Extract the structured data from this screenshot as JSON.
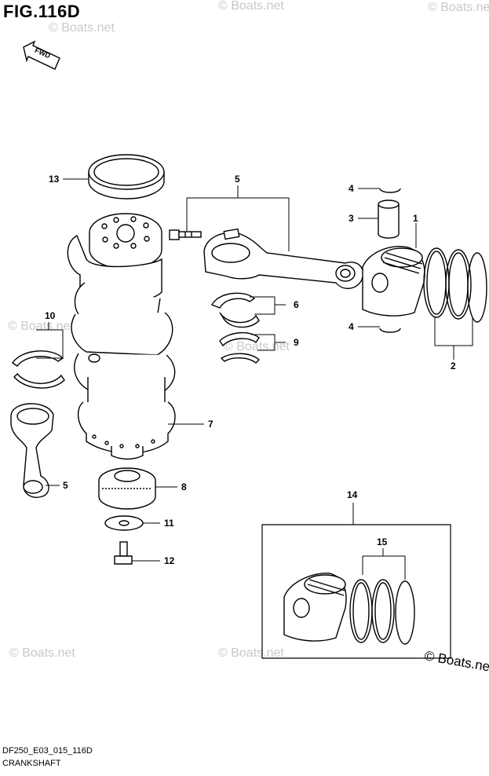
{
  "figure": {
    "title": "FIG.116D",
    "code": "DF250_E03_015_116D",
    "name": "CRANKSHAFT",
    "fwd_label": "FWD",
    "copyright": "© Boats.net",
    "watermark": "© Boats.net"
  },
  "callouts": [
    {
      "id": "1",
      "label": "1"
    },
    {
      "id": "2",
      "label": "2"
    },
    {
      "id": "3",
      "label": "3"
    },
    {
      "id": "4a",
      "label": "4"
    },
    {
      "id": "4b",
      "label": "4"
    },
    {
      "id": "5a",
      "label": "5"
    },
    {
      "id": "5b",
      "label": "5"
    },
    {
      "id": "6",
      "label": "6"
    },
    {
      "id": "7",
      "label": "7"
    },
    {
      "id": "8",
      "label": "8"
    },
    {
      "id": "9",
      "label": "9"
    },
    {
      "id": "10",
      "label": "10"
    },
    {
      "id": "11",
      "label": "11"
    },
    {
      "id": "12",
      "label": "12"
    },
    {
      "id": "13",
      "label": "13"
    },
    {
      "id": "14",
      "label": "14"
    },
    {
      "id": "15",
      "label": "15"
    }
  ]
}
